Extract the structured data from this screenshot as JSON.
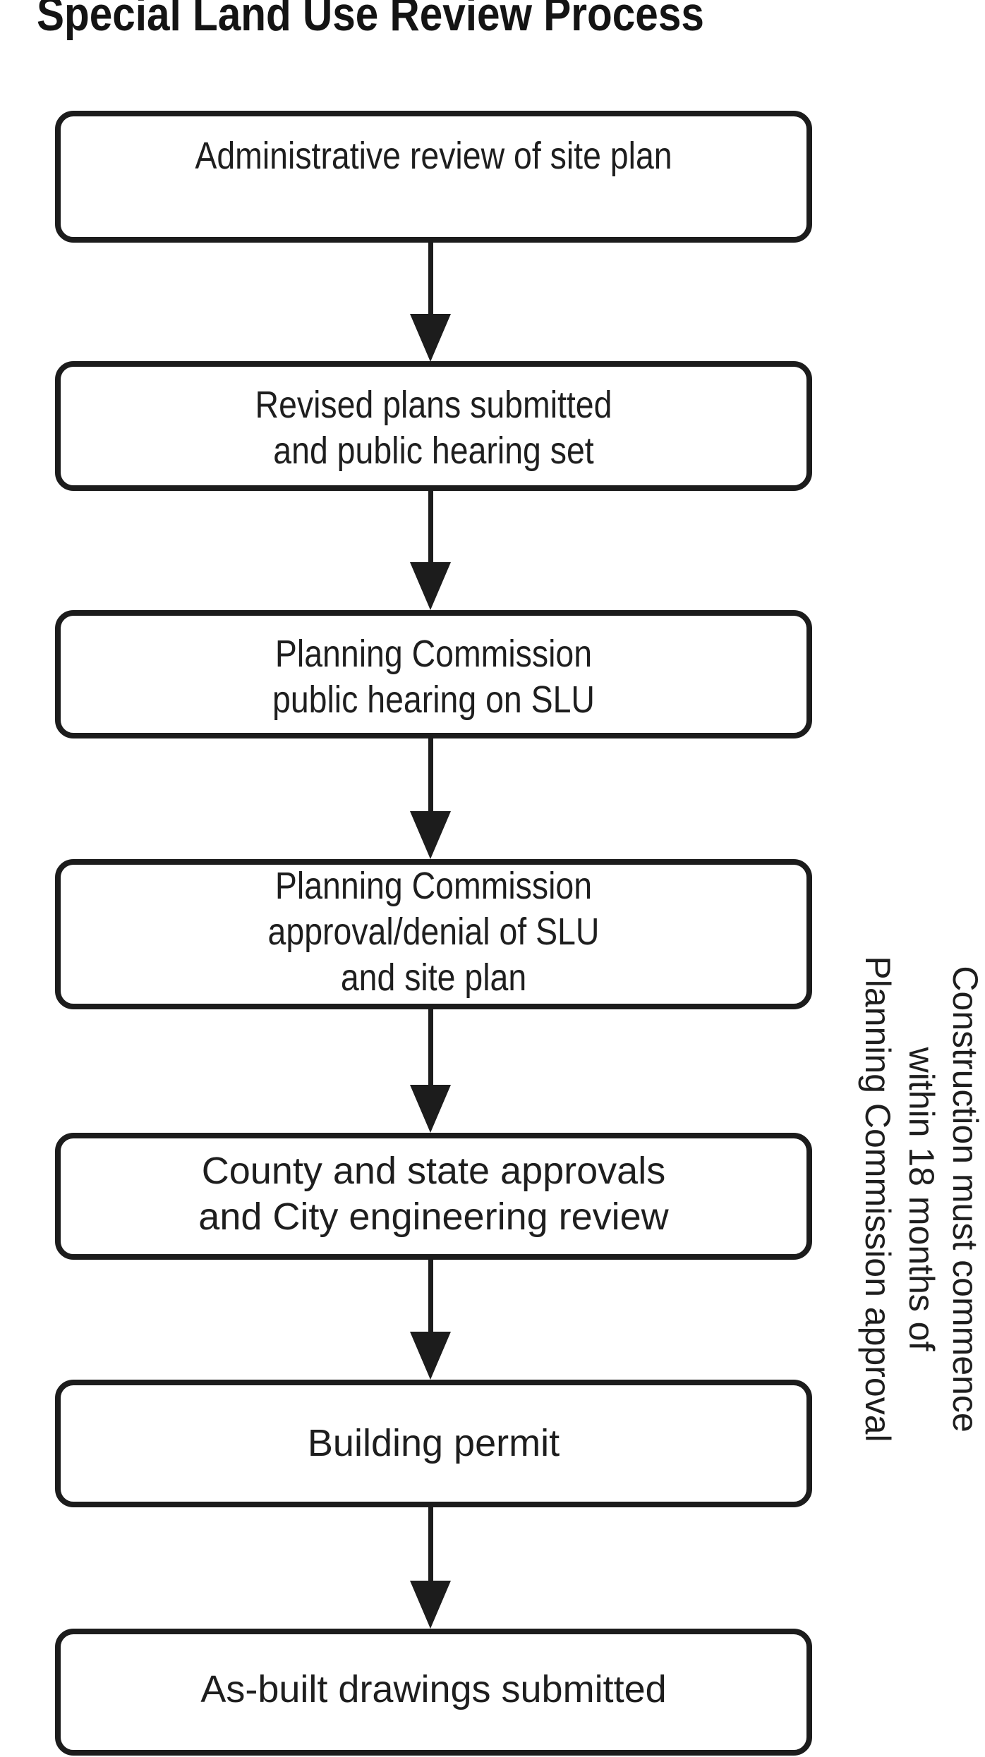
{
  "title": "Special Land Use Review Process",
  "steps": [
    {
      "lines": [
        "Administrative review of site plan"
      ]
    },
    {
      "lines": [
        "Revised plans submitted",
        "and public hearing set"
      ]
    },
    {
      "lines": [
        "Planning Commission",
        "public hearing on SLU"
      ]
    },
    {
      "lines": [
        "Planning Commission",
        "approval/denial of SLU",
        "and site plan"
      ]
    },
    {
      "lines": [
        "County and state approvals",
        "and City engineering review"
      ]
    },
    {
      "lines": [
        "Building permit"
      ]
    },
    {
      "lines": [
        "As-built drawings submitted"
      ]
    }
  ],
  "side_note": {
    "lines": [
      "Construction must commence",
      "within 18 months of",
      "Planning Commission approval"
    ]
  },
  "colors": {
    "stroke": "#1c1c1c",
    "background": "#ffffff",
    "text": "#1e1e1e"
  }
}
